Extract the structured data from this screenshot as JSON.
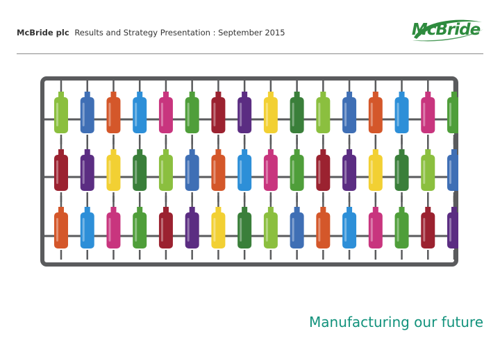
{
  "header": {
    "company": "McBride plc",
    "subtitle": "Results and Strategy Presentation : September 2015"
  },
  "logo": {
    "text": "McBride",
    "icon": "mcbride-logo-swoosh",
    "color": "#2e8b3e"
  },
  "illustration": {
    "icon": "bottle-sprue-frame",
    "frame_color": "#5a5b5d",
    "bottle_colors": [
      "#8bbf3f",
      "#3f6fb5",
      "#d4572a",
      "#2d8fd8",
      "#c8357e",
      "#4f9e3a",
      "#9b2230",
      "#5b2d82",
      "#f2d033",
      "#3a7f3a"
    ]
  },
  "tagline": "Manufacturing our future"
}
